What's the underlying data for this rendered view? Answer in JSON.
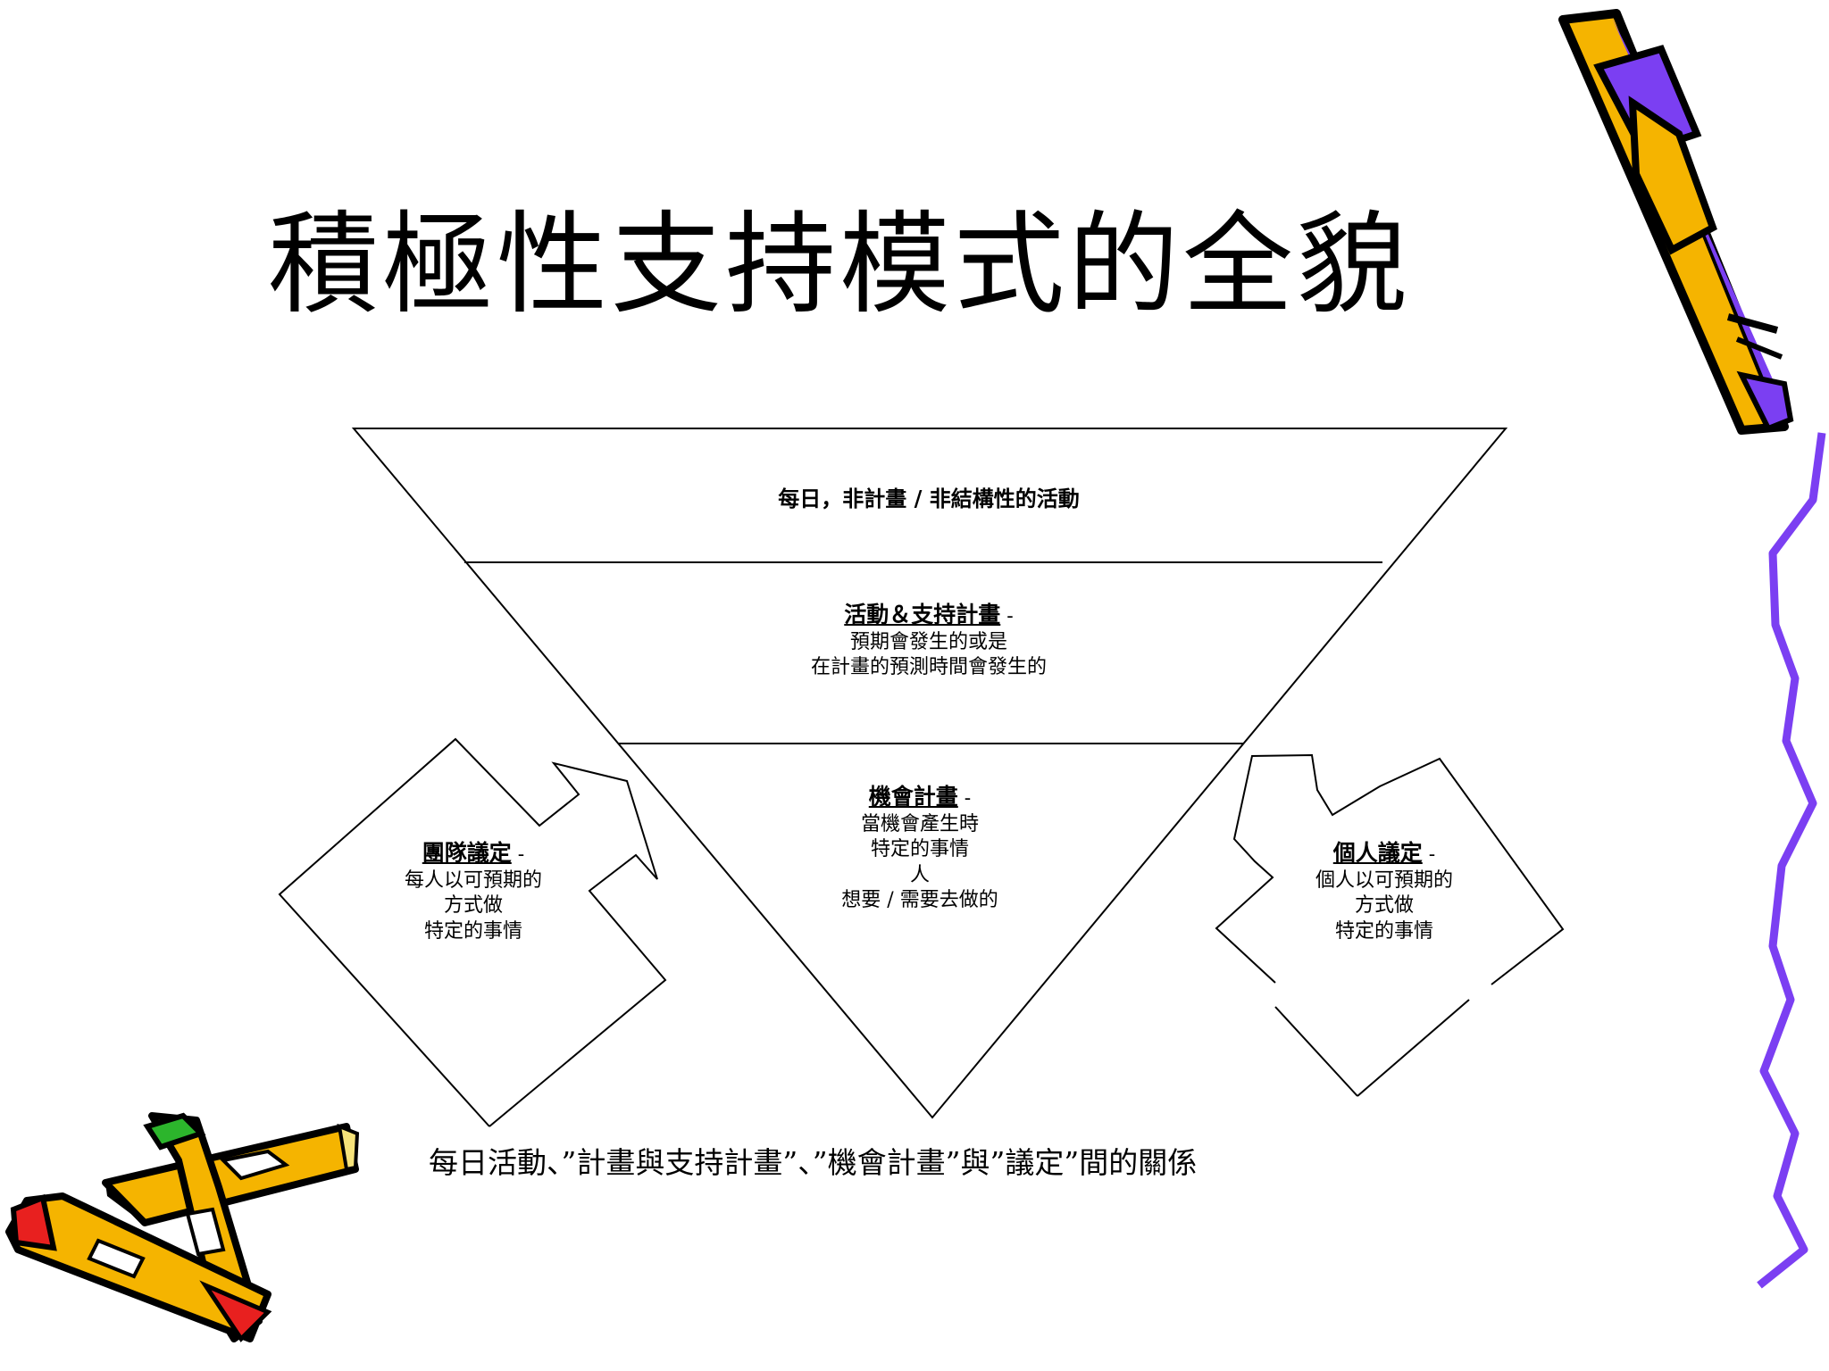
{
  "title": "積極性支持模式的全貌",
  "bands": {
    "top": {
      "text": "每日，非計畫 / 非結構性的活動"
    },
    "middle": {
      "heading": "活動＆支持計畫",
      "suffix": "-",
      "lines": [
        "預期會發生的或是",
        "在計畫的預測時間會發生的"
      ]
    },
    "bottom": {
      "heading": "機會計畫",
      "suffix": "-",
      "lines": [
        "當機會產生時",
        "特定的事情",
        "人",
        "想要 / 需要去做的"
      ]
    }
  },
  "side_boxes": {
    "team": {
      "heading": "團隊議定",
      "suffix": "-",
      "lines": [
        "每人以可預期的",
        "方式做",
        "特定的事情"
      ]
    },
    "personal": {
      "heading": "個人議定",
      "suffix": "-",
      "lines": [
        "個人以可預期的",
        "方式做",
        "特定的事情"
      ]
    }
  },
  "caption": "每日活動、”計畫與支持計畫”、”機會計畫”與”議定”間的關係",
  "decor_colors": {
    "pencil_body": "#F5B400",
    "pencil_shade": "#E89A00",
    "purple": "#7B3FF2",
    "eraser_red": "#E8201F",
    "cap_green": "#2CB52C",
    "outline": "#000000"
  },
  "icons": [
    "pencil-icon",
    "crossed-pencils-icon",
    "squiggle-line"
  ]
}
